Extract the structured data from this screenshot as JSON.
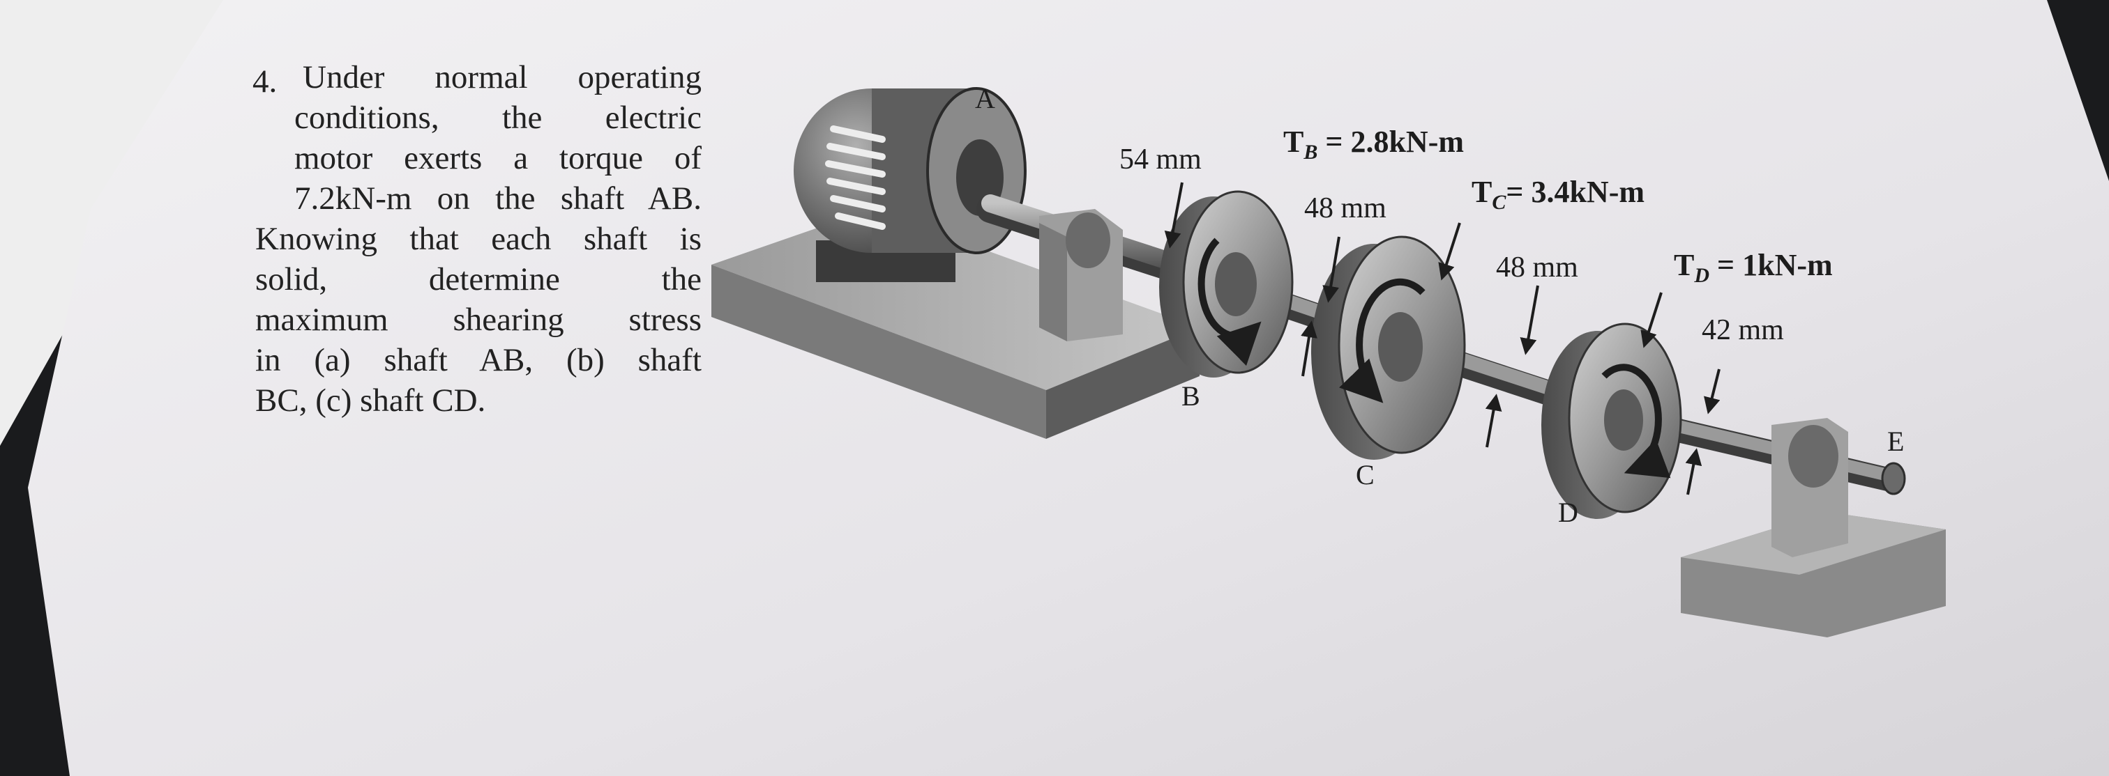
{
  "problem": {
    "number": "4.",
    "lines": [
      "Under normal operating",
      "conditions, the electric",
      "motor exerts a torque of",
      "7.2kN-m on the shaft AB.",
      "Knowing that each shaft is",
      "solid, determine the",
      "maximum shearing stress",
      "in (a) shaft AB, (b) shaft",
      "BC, (c) shaft CD."
    ]
  },
  "figure": {
    "points": {
      "A": "A",
      "B": "B",
      "C": "C",
      "D": "D",
      "E": "E"
    },
    "dims": {
      "ab": "54 mm",
      "bc": "48 mm",
      "cd": "48 mm",
      "de": "42 mm"
    },
    "torques": {
      "b": {
        "sym": "T",
        "sub": "B",
        "val": "= 2.8kN-m"
      },
      "c": {
        "sym": "T",
        "sub": "C",
        "val": "= 3.4kN-m"
      },
      "d": {
        "sym": "T",
        "sub": "D",
        "val": "= 1kN-m"
      }
    }
  },
  "colors": {
    "paper": "#e7e5e8",
    "background": "#1a1b1d",
    "ink": "#222222"
  }
}
